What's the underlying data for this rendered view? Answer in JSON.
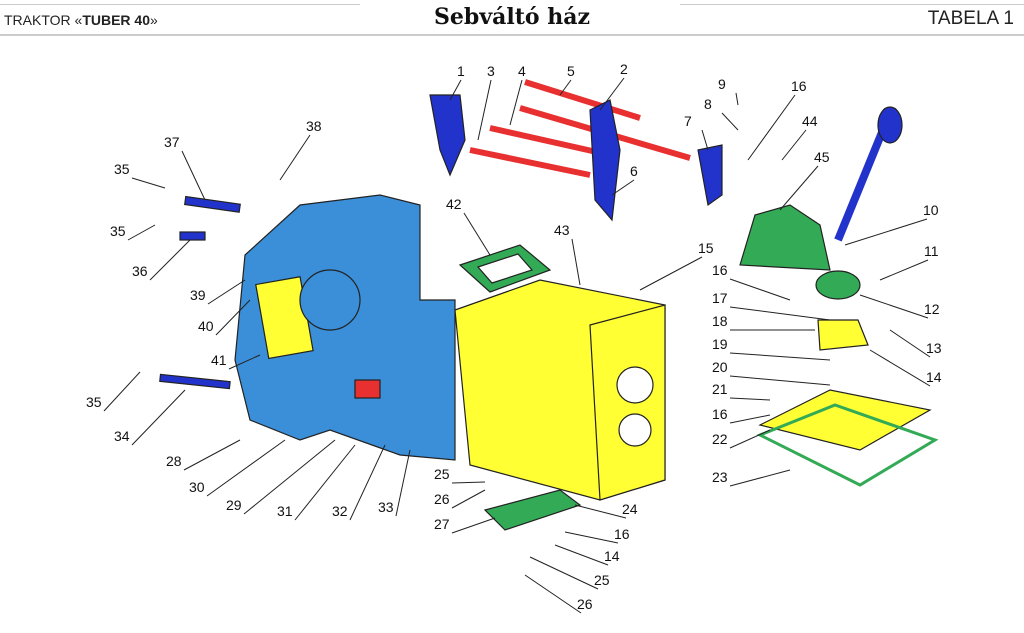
{
  "header": {
    "left_prefix": "TRAKTOR «",
    "left_model": "TUBER  40",
    "left_suffix": "»",
    "title": "Sebváltó ház",
    "table": "TABELA 1"
  },
  "colors": {
    "housing": "#3a8fd8",
    "box": "#ffff33",
    "gasket": "#33aa55",
    "rod": "#e83030",
    "lever": "#2233cc"
  },
  "callouts": [
    "1",
    "3",
    "4",
    "5",
    "2",
    "9",
    "8",
    "16",
    "7",
    "44",
    "6",
    "45",
    "38",
    "37",
    "35",
    "35",
    "36",
    "42",
    "43",
    "10",
    "11",
    "15",
    "16",
    "17",
    "39",
    "40",
    "12",
    "13",
    "18",
    "41",
    "19",
    "14",
    "20",
    "35",
    "34",
    "21",
    "16",
    "22",
    "28",
    "23",
    "30",
    "29",
    "31",
    "32",
    "33",
    "25",
    "26",
    "27",
    "24",
    "16",
    "14",
    "25",
    "26"
  ]
}
